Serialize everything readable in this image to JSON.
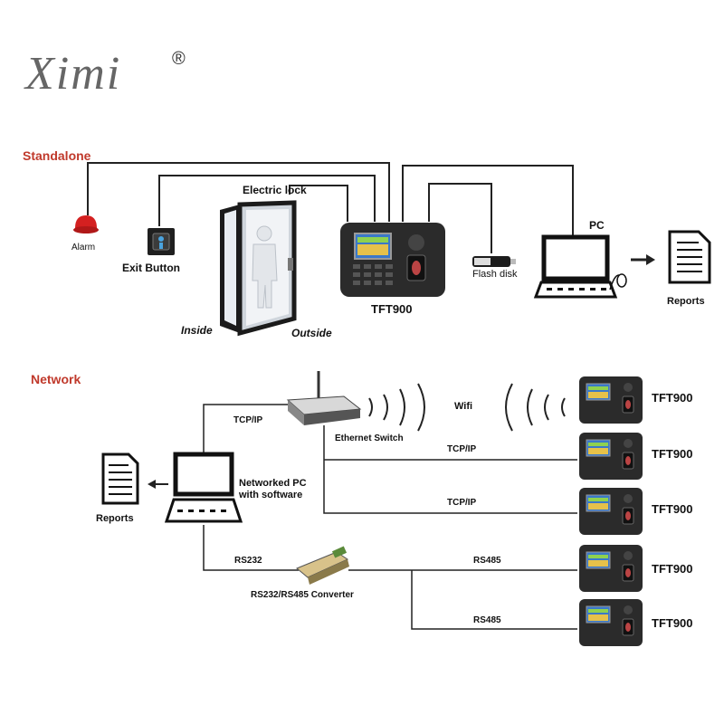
{
  "brand": {
    "logo_text": "Ximi",
    "registered": "®"
  },
  "standalone": {
    "section_title": "Standalone",
    "alarm": "Alarm",
    "exit_button": "Exit Button",
    "electric_lock": "Electric lock",
    "inside": "Inside",
    "outside": "Outside",
    "device": "TFT900",
    "flash_disk": "Flash disk",
    "pc": "PC",
    "reports": "Reports"
  },
  "network": {
    "section_title": "Network",
    "tcpip_top": "TCP/IP",
    "ethernet_switch": "Ethernet Switch",
    "wifi": "Wifi",
    "tcpip_line1": "TCP/IP",
    "tcpip_line2": "TCP/IP",
    "networked_pc_line1": "Networked PC",
    "networked_pc_line2": "with software",
    "reports": "Reports",
    "rs232": "RS232",
    "converter": "RS232/RS485 Converter",
    "rs485_line1": "RS485",
    "rs485_line2": "RS485",
    "devices": [
      "TFT900",
      "TFT900",
      "TFT900",
      "TFT900",
      "TFT900"
    ]
  },
  "colors": {
    "section_title": "#c0392b",
    "device_body": "#2b2b2b",
    "screen": "#3a78c9",
    "line": "#222222"
  }
}
